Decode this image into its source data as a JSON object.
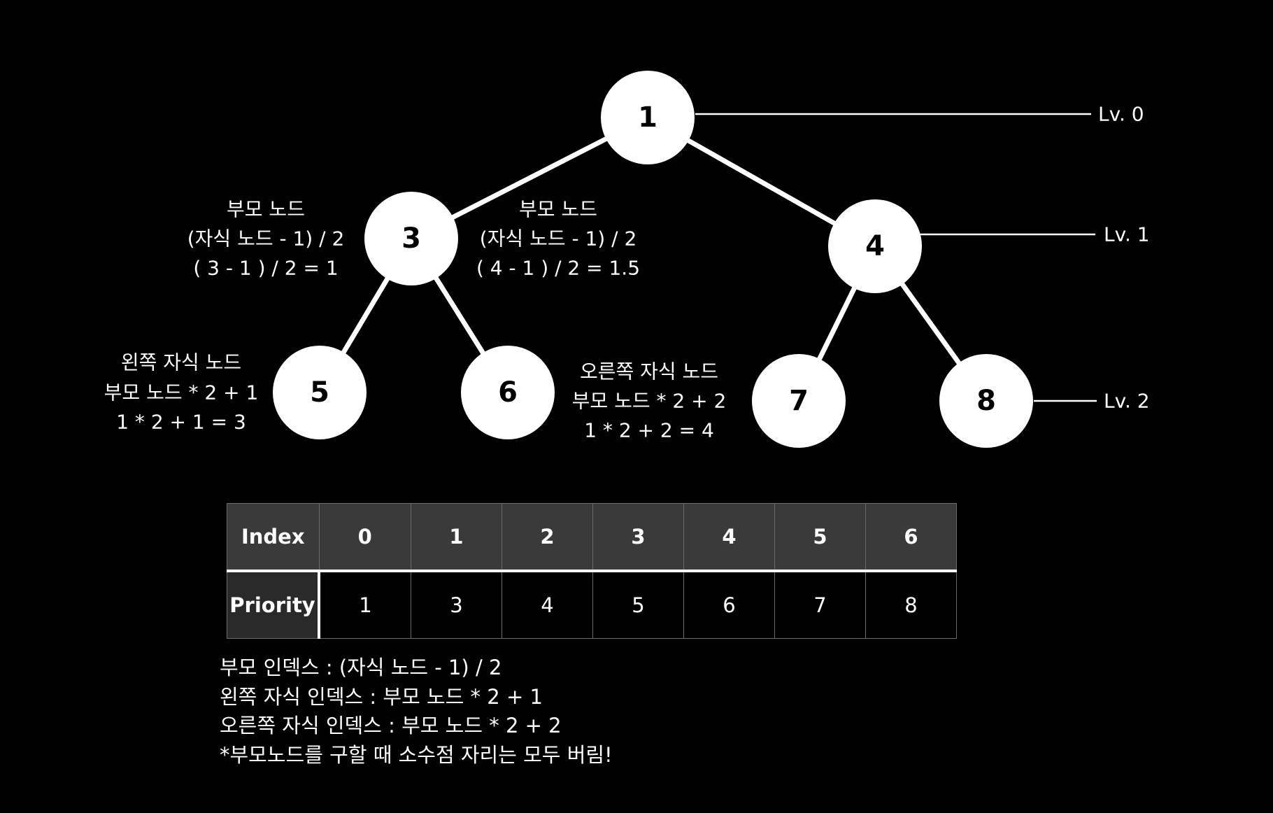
{
  "tree": {
    "nodes": [
      "1",
      "3",
      "4",
      "5",
      "6",
      "7",
      "8"
    ],
    "levels": [
      "Lv. 0",
      "Lv. 1",
      "Lv. 2"
    ]
  },
  "annotations": {
    "parent_left": [
      "부모 노드",
      "(자식 노드 - 1) / 2",
      "( 3 - 1 ) / 2 = 1"
    ],
    "parent_right": [
      "부모 노드",
      "(자식 노드 - 1) / 2",
      "( 4 - 1 ) / 2 = 1.5"
    ],
    "left_child": [
      "왼쪽 자식 노드",
      "부모 노드 *  2 + 1",
      "1 * 2 + 1 = 3"
    ],
    "right_child": [
      "오른쪽 자식 노드",
      "부모 노드 *  2 + 2",
      "1 * 2 + 2 = 4"
    ]
  },
  "table": {
    "index_label": "Index",
    "priority_label": "Priority",
    "indices": [
      "0",
      "1",
      "2",
      "3",
      "4",
      "5",
      "6"
    ],
    "priorities": [
      "1",
      "3",
      "4",
      "5",
      "6",
      "7",
      "8"
    ]
  },
  "notes": [
    "부모 인덱스 : (자식 노드 - 1) / 2",
    "왼쪽 자식 인덱스 : 부모 노드 * 2 + 1",
    "오른쪽 자식 인덱스 : 부모 노드 * 2 + 2",
    "*부모노드를 구할 때 소수점 자리는 모두 버림!"
  ],
  "colors": {
    "background": "#000000",
    "node_fill": "#ffffff",
    "header_cell": "#3a3a3a",
    "row_label_cell": "#2a2a2a"
  }
}
